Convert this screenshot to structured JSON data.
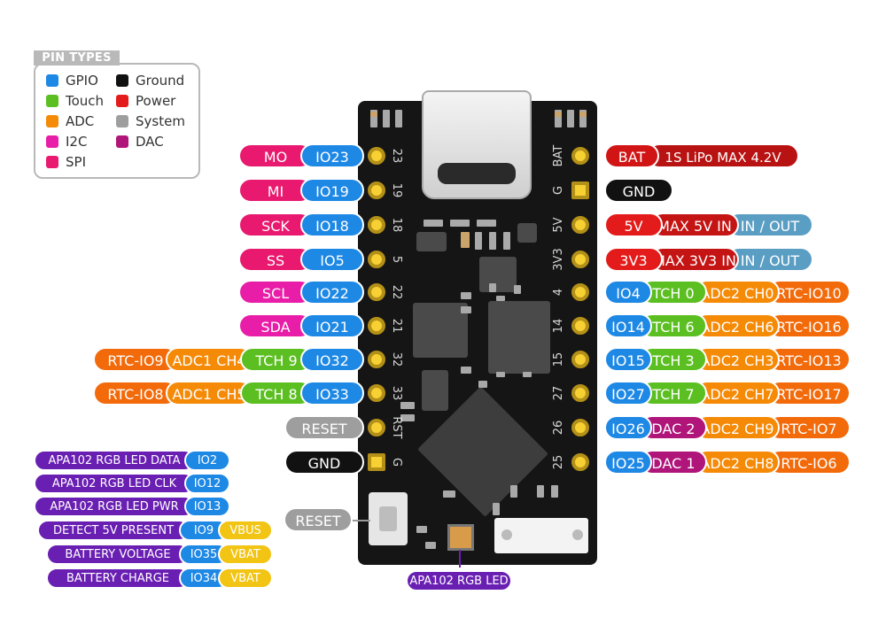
{
  "legend": {
    "title": "PIN TYPES",
    "items": [
      {
        "label": "GPIO",
        "color": "#1e88e5"
      },
      {
        "label": "Touch",
        "color": "#5bbf21"
      },
      {
        "label": "ADC",
        "color": "#f58a07"
      },
      {
        "label": "I2C",
        "color": "#e91ea8"
      },
      {
        "label": "SPI",
        "color": "#e8196e"
      },
      {
        "label": "Ground",
        "color": "#111111"
      },
      {
        "label": "Power",
        "color": "#e31b1b"
      },
      {
        "label": "System",
        "color": "#9e9e9e"
      },
      {
        "label": "DAC",
        "color": "#b0157a"
      }
    ]
  },
  "board": {
    "left_pins": [
      "23",
      "19",
      "18",
      "5",
      "22",
      "21",
      "32",
      "33",
      "RST",
      "G"
    ],
    "right_pins": [
      "BAT",
      "G",
      "5V",
      "3V3",
      "4",
      "14",
      "15",
      "27",
      "26",
      "25"
    ]
  },
  "left_rows": [
    [
      {
        "t": "MO",
        "c": "#e8196e"
      },
      {
        "t": "IO23",
        "c": "#1e88e5"
      }
    ],
    [
      {
        "t": "MI",
        "c": "#e8196e"
      },
      {
        "t": "IO19",
        "c": "#1e88e5"
      }
    ],
    [
      {
        "t": "SCK",
        "c": "#e8196e"
      },
      {
        "t": "IO18",
        "c": "#1e88e5"
      }
    ],
    [
      {
        "t": "SS",
        "c": "#e8196e"
      },
      {
        "t": "IO5",
        "c": "#1e88e5"
      }
    ],
    [
      {
        "t": "SCL",
        "c": "#e91ea8"
      },
      {
        "t": "IO22",
        "c": "#1e88e5"
      }
    ],
    [
      {
        "t": "SDA",
        "c": "#e91ea8"
      },
      {
        "t": "IO21",
        "c": "#1e88e5"
      }
    ],
    [
      {
        "t": "RTC-IO9",
        "c": "#f26a0a"
      },
      {
        "t": "ADC1 CH4",
        "c": "#f58a07"
      },
      {
        "t": "TCH 9",
        "c": "#5bbf21"
      },
      {
        "t": "IO32",
        "c": "#1e88e5"
      }
    ],
    [
      {
        "t": "RTC-IO8",
        "c": "#f26a0a"
      },
      {
        "t": "ADC1 CH5",
        "c": "#f58a07"
      },
      {
        "t": "TCH 8",
        "c": "#5bbf21"
      },
      {
        "t": "IO33",
        "c": "#1e88e5"
      }
    ],
    [
      {
        "t": "RESET",
        "c": "#9e9e9e"
      }
    ],
    [
      {
        "t": "GND",
        "c": "#111111"
      }
    ]
  ],
  "right_rows": [
    [
      {
        "t": "BAT",
        "c": "#d11515"
      },
      {
        "t": "1S LiPo MAX 4.2V",
        "c": "#b81212"
      }
    ],
    [
      {
        "t": "GND",
        "c": "#111111"
      }
    ],
    [
      {
        "t": "5V",
        "c": "#e31b1b"
      },
      {
        "t": "MAX 5V IN",
        "c": "#c41414"
      },
      {
        "t": "IN / OUT",
        "c": "#5b9ec4"
      }
    ],
    [
      {
        "t": "3V3",
        "c": "#e31b1b"
      },
      {
        "t": "MAX 3V3 IN",
        "c": "#c41414"
      },
      {
        "t": "IN / OUT",
        "c": "#5b9ec4"
      }
    ],
    [
      {
        "t": "IO4",
        "c": "#1e88e5"
      },
      {
        "t": "TCH 0",
        "c": "#5bbf21"
      },
      {
        "t": "ADC2 CH0",
        "c": "#f58a07"
      },
      {
        "t": "RTC-IO10",
        "c": "#f26a0a"
      }
    ],
    [
      {
        "t": "IO14",
        "c": "#1e88e5"
      },
      {
        "t": "TCH 6",
        "c": "#5bbf21"
      },
      {
        "t": "ADC2 CH6",
        "c": "#f58a07"
      },
      {
        "t": "RTC-IO16",
        "c": "#f26a0a"
      }
    ],
    [
      {
        "t": "IO15",
        "c": "#1e88e5"
      },
      {
        "t": "TCH 3",
        "c": "#5bbf21"
      },
      {
        "t": "ADC2 CH3",
        "c": "#f58a07"
      },
      {
        "t": "RTC-IO13",
        "c": "#f26a0a"
      }
    ],
    [
      {
        "t": "IO27",
        "c": "#1e88e5"
      },
      {
        "t": "TCH 7",
        "c": "#5bbf21"
      },
      {
        "t": "ADC2 CH7",
        "c": "#f58a07"
      },
      {
        "t": "RTC-IO17",
        "c": "#f26a0a"
      }
    ],
    [
      {
        "t": "IO26",
        "c": "#1e88e5"
      },
      {
        "t": "DAC 2",
        "c": "#b0157a"
      },
      {
        "t": "ADC2 CH9",
        "c": "#f58a07"
      },
      {
        "t": "RTC-IO7",
        "c": "#f26a0a"
      }
    ],
    [
      {
        "t": "IO25",
        "c": "#1e88e5"
      },
      {
        "t": "DAC 1",
        "c": "#b0157a"
      },
      {
        "t": "ADC2 CH8",
        "c": "#f58a07"
      },
      {
        "t": "RTC-IO6",
        "c": "#f26a0a"
      }
    ]
  ],
  "internal_rows": [
    [
      {
        "t": "APA102 RGB LED DATA",
        "c": "#6a1fb3"
      },
      {
        "t": "IO2",
        "c": "#1e88e5"
      }
    ],
    [
      {
        "t": "APA102 RGB LED CLK",
        "c": "#6a1fb3"
      },
      {
        "t": "IO12",
        "c": "#1e88e5"
      }
    ],
    [
      {
        "t": "APA102 RGB LED PWR",
        "c": "#6a1fb3"
      },
      {
        "t": "IO13",
        "c": "#1e88e5"
      }
    ],
    [
      {
        "t": "DETECT 5V PRESENT",
        "c": "#6a1fb3"
      },
      {
        "t": "IO9",
        "c": "#1e88e5"
      },
      {
        "t": "VBUS",
        "c": "#f2c414"
      }
    ],
    [
      {
        "t": "BATTERY VOLTAGE",
        "c": "#6a1fb3"
      },
      {
        "t": "IO35",
        "c": "#1e88e5"
      },
      {
        "t": "VBAT",
        "c": "#f2c414"
      }
    ],
    [
      {
        "t": "BATTERY CHARGE",
        "c": "#6a1fb3"
      },
      {
        "t": "IO34",
        "c": "#1e88e5"
      },
      {
        "t": "VBAT",
        "c": "#f2c414"
      }
    ]
  ],
  "reset_button_label": "RESET",
  "led_label": "APA102 RGB LED"
}
